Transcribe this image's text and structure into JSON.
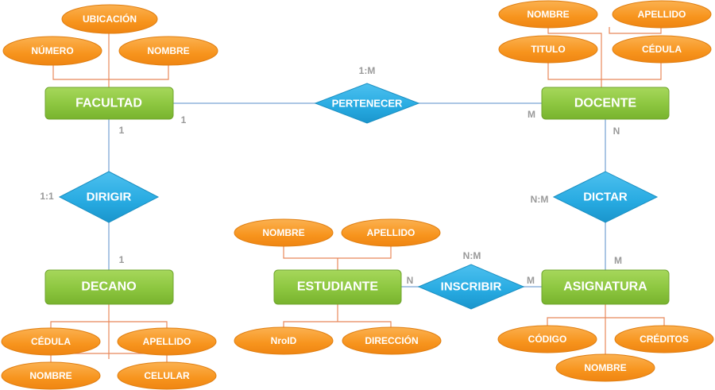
{
  "entities": {
    "facultad": "FACULTAD",
    "docente": "DOCENTE",
    "decano": "DECANO",
    "estudiante": "ESTUDIANTE",
    "asignatura": "ASIGNATURA"
  },
  "relationships": {
    "pertenecer": "PERTENECER",
    "dirigir": "DIRIGIR",
    "dictar": "DICTAR",
    "inscribir": "INSCRIBIR"
  },
  "attributes": {
    "facultad": [
      "UBICACIÓN",
      "NÚMERO",
      "NOMBRE"
    ],
    "docente": [
      "NOMBRE",
      "APELLIDO",
      "TITULO",
      "CÉDULA"
    ],
    "decano": [
      "CÉDULA",
      "APELLIDO",
      "NOMBRE",
      "CELULAR"
    ],
    "estudiante": [
      "NOMBRE",
      "APELLIDO",
      "NroID",
      "DIRECCIÓN"
    ],
    "asignatura": [
      "CÓDIGO",
      "CRÉDITOS",
      "NOMBRE"
    ]
  },
  "cardinalities": {
    "pertenecer_ratio": "1:M",
    "pertenecer_facultad": "1",
    "pertenecer_docente": "M",
    "dirigir_ratio": "1:1",
    "dirigir_facultad": "1",
    "dirigir_decano": "1",
    "dictar_ratio": "N:M",
    "dictar_docente": "N",
    "dictar_asignatura": "M",
    "inscribir_ratio": "N:M",
    "inscribir_estudiante": "N",
    "inscribir_asignatura": "M"
  },
  "colors": {
    "entity_fill": "#8cc63f",
    "entity_border": "#6fa52e",
    "attribute_fill": "#f7941d",
    "relationship_fill": "#27aae1",
    "connector_blue": "#8fb4dc",
    "connector_orange": "#e8885a",
    "cardinality_text": "#9a9a9a"
  }
}
